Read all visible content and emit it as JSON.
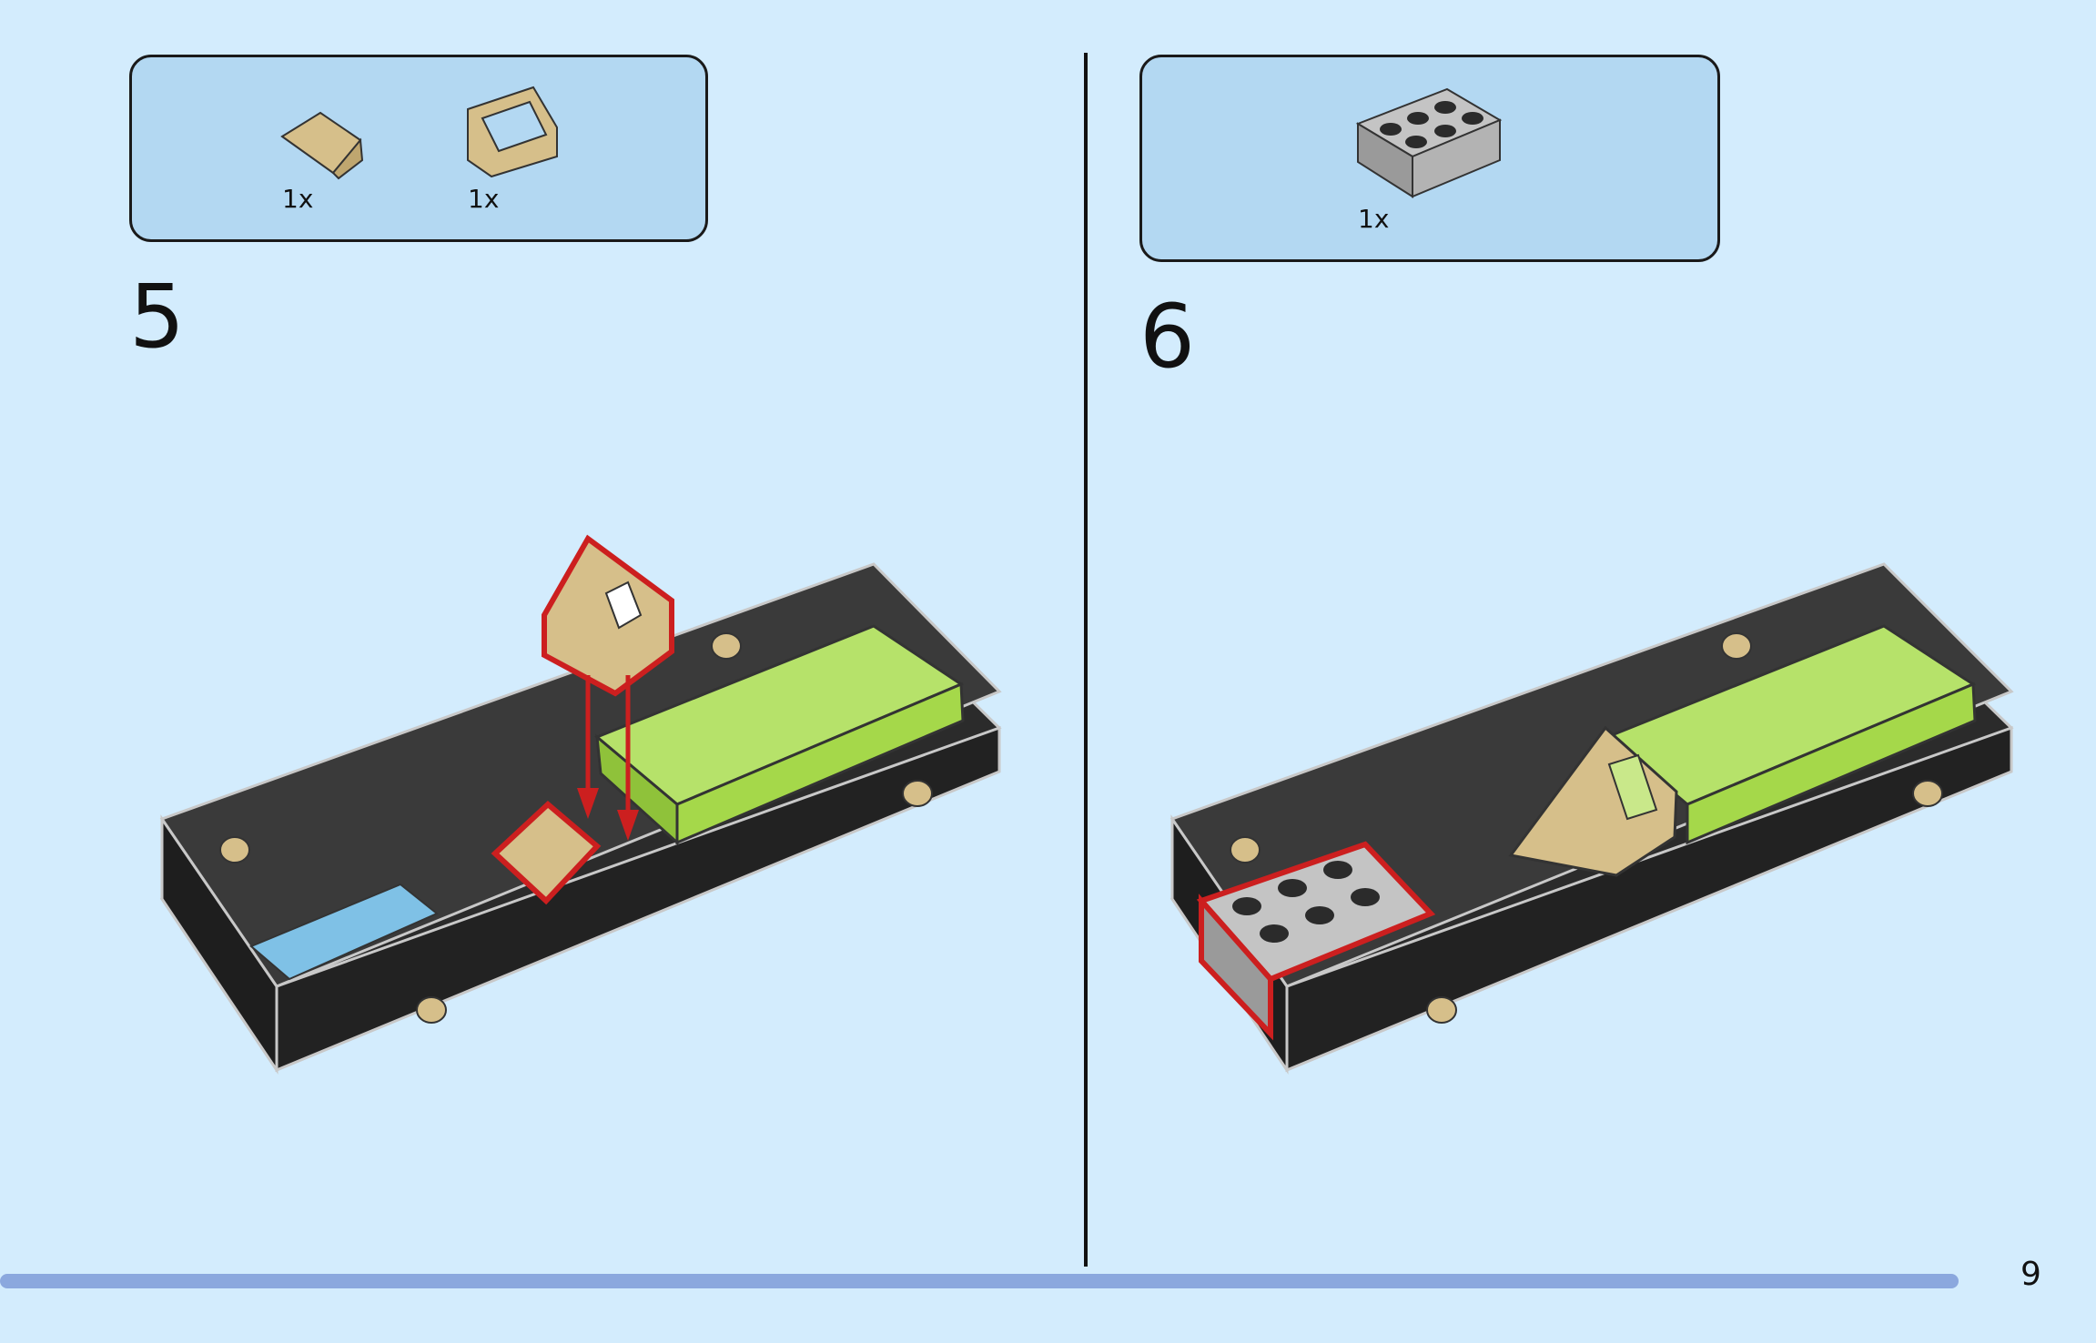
{
  "steps": [
    {
      "number": "5",
      "parts": [
        {
          "qty": "1x",
          "icon": "tan-slope-brick-icon",
          "color": "#d6bf8a"
        },
        {
          "qty": "1x",
          "icon": "tan-windscreen-icon",
          "color": "#d6bf8a"
        }
      ]
    },
    {
      "number": "6",
      "parts": [
        {
          "qty": "1x",
          "icon": "gray-2x3-brick-icon",
          "color": "#a9a9a9"
        }
      ]
    }
  ],
  "page": {
    "number": "9"
  },
  "colors": {
    "background": "#d3ecfd",
    "panel": "#b3d8f2",
    "chassis": "#2b2b2b",
    "lime": "#a5d84a",
    "tan": "#d6bf8a",
    "gray": "#a9a9a9",
    "highlight": "#cc1f1f",
    "azure": "#7fc1e6"
  }
}
